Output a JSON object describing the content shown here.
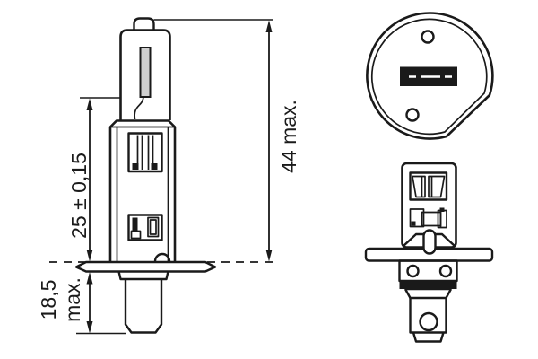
{
  "drawing": {
    "type": "bulb-technical-dimension-diagram",
    "views": {
      "side_view": "bulb side elevation with dimensions",
      "top_view": "flange disc seen from top with index holes and contact slot",
      "front_view": "bulb base front elevation"
    },
    "dimensions": {
      "light_center_length": "25 ± 0,15",
      "overall_length": "44 max.",
      "base_depth_value": "18,5",
      "base_depth_suffix": "max."
    },
    "colors": {
      "line": "#1a1a1a",
      "background": "#ffffff",
      "filament_fill": "#cfcfcf",
      "contact_slot_fill": "#1a1a1a"
    }
  }
}
